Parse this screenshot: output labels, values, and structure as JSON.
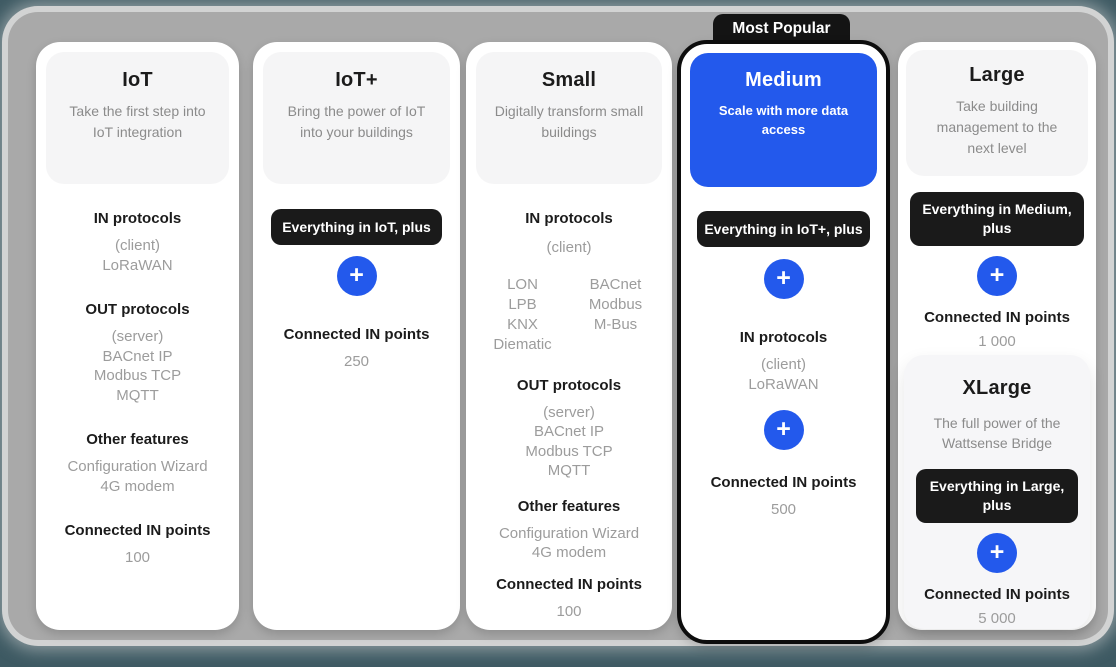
{
  "icons": {
    "plus": "+"
  },
  "colors": {
    "accent_blue": "#2359EC",
    "pill_black": "#1A1A1A",
    "panel_gray": "#A9A9A9",
    "background_teal": "#3E5A63",
    "header_gray": "#F5F5F6",
    "card_white": "#FFFFFF"
  },
  "plans": {
    "iot": {
      "title": "IoT",
      "subtitle": "Take the first step into IoT integration",
      "in_protocols": {
        "heading": "IN protocols",
        "items": [
          "(client)",
          "LoRaWAN"
        ]
      },
      "out_protocols": {
        "heading": "OUT protocols",
        "items": [
          "(server)",
          "BACnet IP",
          "Modbus TCP",
          "MQTT"
        ]
      },
      "other_features": {
        "heading": "Other features",
        "items": [
          "Configuration Wizard",
          "4G modem"
        ]
      },
      "connected": {
        "heading": "Connected IN points",
        "value": "100"
      }
    },
    "iot_plus": {
      "title": "IoT+",
      "subtitle": "Bring the power of IoT into your buildings",
      "pill": "Everything in IoT, plus",
      "connected": {
        "heading": "Connected IN points",
        "value": "250"
      }
    },
    "small": {
      "title": "Small",
      "subtitle": "Digitally transform small buildings",
      "in_protocols": {
        "heading": "IN protocols",
        "note": "(client)",
        "grid": [
          "LON",
          "BACnet",
          "LPB",
          "Modbus",
          "KNX",
          "M-Bus",
          "Diematic"
        ]
      },
      "out_protocols": {
        "heading": "OUT protocols",
        "items": [
          "(server)",
          "BACnet IP",
          "Modbus TCP",
          "MQTT"
        ]
      },
      "other_features": {
        "heading": "Other features",
        "items": [
          "Configuration Wizard",
          "4G modem"
        ]
      },
      "connected": {
        "heading": "Connected IN points",
        "value": "100"
      }
    },
    "medium": {
      "badge": "Most Popular",
      "title": "Medium",
      "subtitle": "Scale with more data access",
      "pill": "Everything in IoT+, plus",
      "in_protocols": {
        "heading": "IN protocols",
        "items": [
          "(client)",
          "LoRaWAN"
        ]
      },
      "connected": {
        "heading": "Connected IN points",
        "value": "500"
      }
    },
    "large": {
      "title": "Large",
      "subtitle": "Take building management to the next level",
      "pill": "Everything in Medium, plus",
      "connected": {
        "heading": "Connected IN points",
        "value": "1 000"
      }
    },
    "xlarge": {
      "title": "XLarge",
      "subtitle": "The full power of the Wattsense Bridge",
      "pill": "Everything in Large, plus",
      "connected": {
        "heading": "Connected IN points",
        "value": "5 000"
      }
    }
  }
}
